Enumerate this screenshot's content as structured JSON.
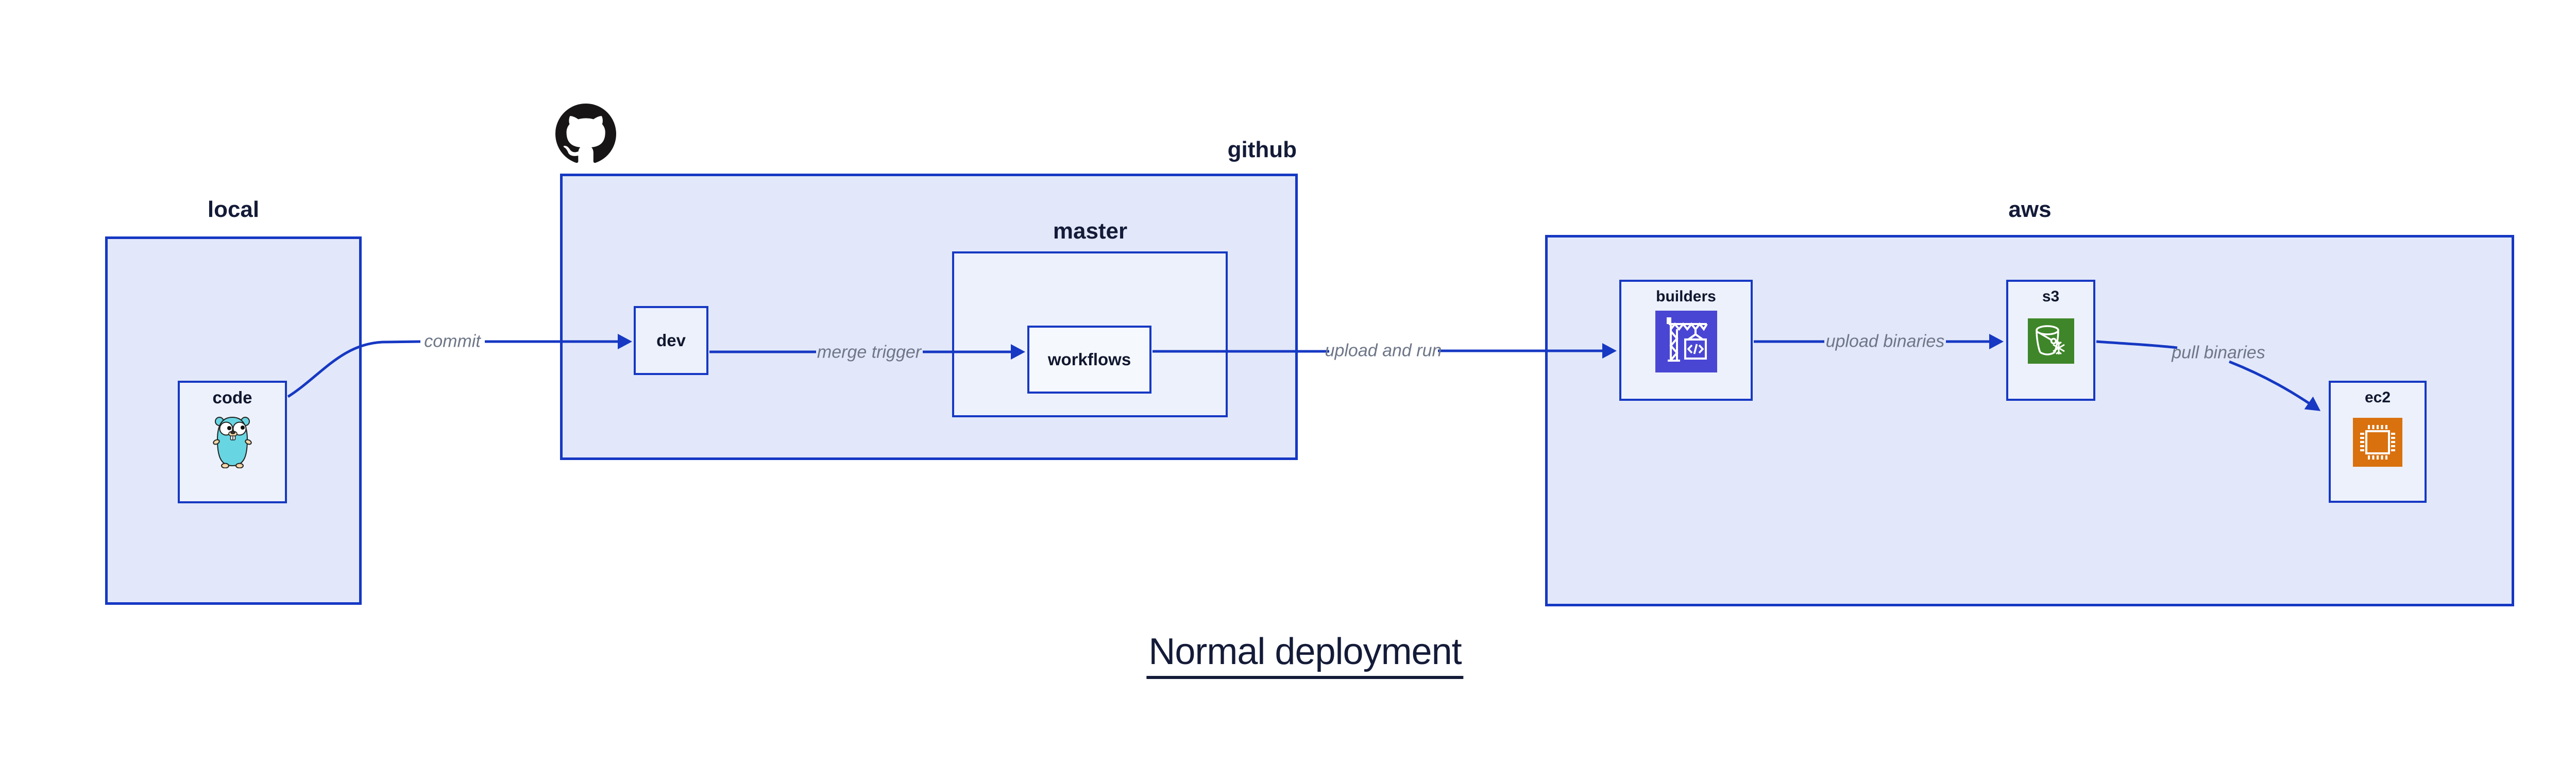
{
  "title": {
    "text": "Normal deployment"
  },
  "groups": {
    "local": {
      "label": "local"
    },
    "github": {
      "label": "github"
    },
    "master": {
      "label": "master"
    },
    "aws": {
      "label": "aws"
    }
  },
  "nodes": {
    "code": {
      "label": "code"
    },
    "dev": {
      "label": "dev"
    },
    "workflows": {
      "label": "workflows"
    },
    "builders": {
      "label": "builders",
      "icon_glyph": "</>"
    },
    "s3": {
      "label": "s3"
    },
    "ec2": {
      "label": "ec2"
    }
  },
  "edges": {
    "commit": {
      "label": "commit"
    },
    "merge_trigger": {
      "label": "merge trigger"
    },
    "upload_and_run": {
      "label": "upload and run"
    },
    "upload_binaries": {
      "label": "upload binaries"
    },
    "pull_binaries": {
      "label": "pull binaries"
    }
  },
  "icons": {
    "github_logo": "github-octocat-icon",
    "code_mascot": "go-gopher-icon",
    "builders_icon": "codebuild-crane-icon",
    "s3_icon": "s3-bucket-icon",
    "ec2_icon": "ec2-chip-icon"
  },
  "colors": {
    "stroke_blue": "#1638c3",
    "group_fill": "#e2e8f9",
    "node_fill": "#edf1fb",
    "workflows_fill": "#f5f8fd",
    "edge_label_gray": "#6e7687",
    "text_dark": "#141b38",
    "github_black": "#171515",
    "gopher_teal": "#67d6e2",
    "builders_icon_bg": "#4a46d4",
    "s3_icon_bg": "#3e8629",
    "ec2_icon_bg": "#d9710f"
  }
}
